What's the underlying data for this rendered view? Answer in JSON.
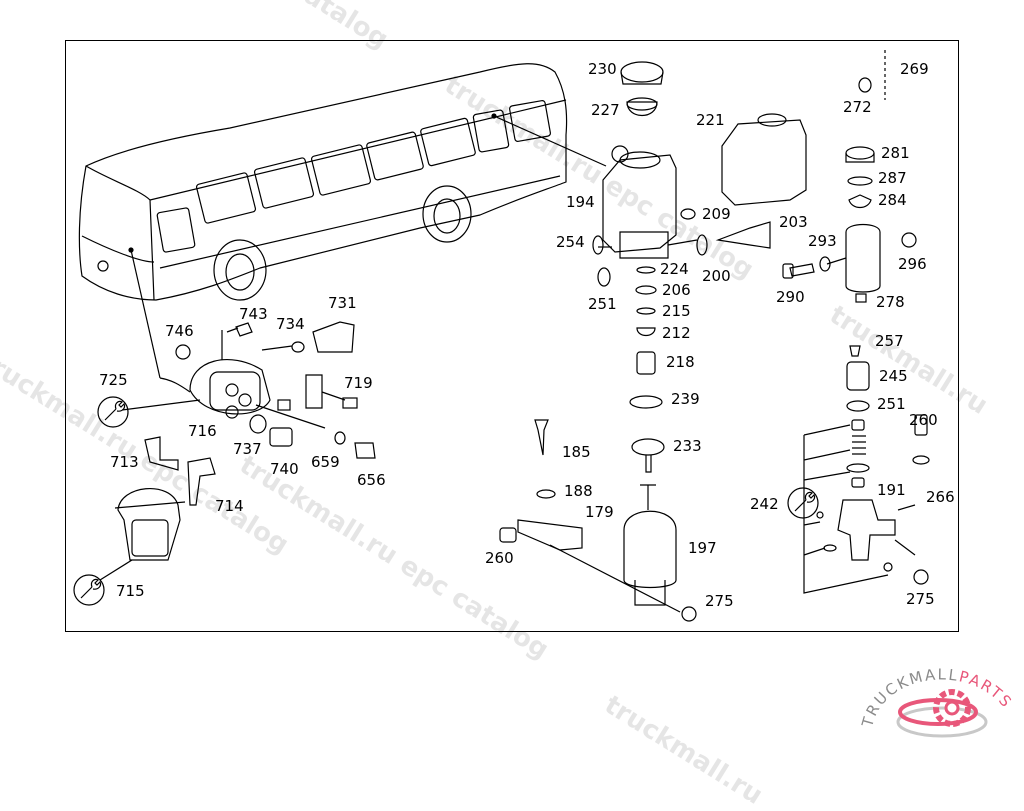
{
  "diagram": {
    "type": "exploded-parts-view",
    "subject": "Bus - compressed air / auxiliary reservoir and valve assembly",
    "callouts": {
      "p230": "230",
      "p227": "227",
      "p221": "221",
      "p194": "194",
      "p209": "209",
      "p203": "203",
      "p254": "254",
      "p224": "224",
      "p200": "200",
      "p251a": "251",
      "p206": "206",
      "p215": "215",
      "p212": "212",
      "p218": "218",
      "p239": "239",
      "p233": "233",
      "p185": "185",
      "p188": "188",
      "p179": "179",
      "p197": "197",
      "p260a": "260",
      "p275a": "275",
      "p269": "269",
      "p272": "272",
      "p281": "281",
      "p287": "287",
      "p284": "284",
      "p293": "293",
      "p296": "296",
      "p290": "290",
      "p278": "278",
      "p257": "257",
      "p245": "245",
      "p251b": "251",
      "p260b": "260",
      "p191": "191",
      "p266": "266",
      "p242": "242",
      "p275b": "275",
      "p746": "746",
      "p743": "743",
      "p734": "734",
      "p731": "731",
      "p719": "719",
      "p725": "725",
      "p716": "716",
      "p737": "737",
      "p740": "740",
      "p659": "659",
      "p656": "656",
      "p713": "713",
      "p714": "714",
      "p715": "715"
    }
  },
  "watermark": {
    "text": "truckmall.ru epc catalog",
    "short_a": "truckmall.ru",
    "short_b": "epc catalog"
  },
  "logo": {
    "text_a": "TRUCKMALL",
    "text_b": "PARTS",
    "accent_color": "#e8577a",
    "gray_color": "#8a8a8a"
  }
}
